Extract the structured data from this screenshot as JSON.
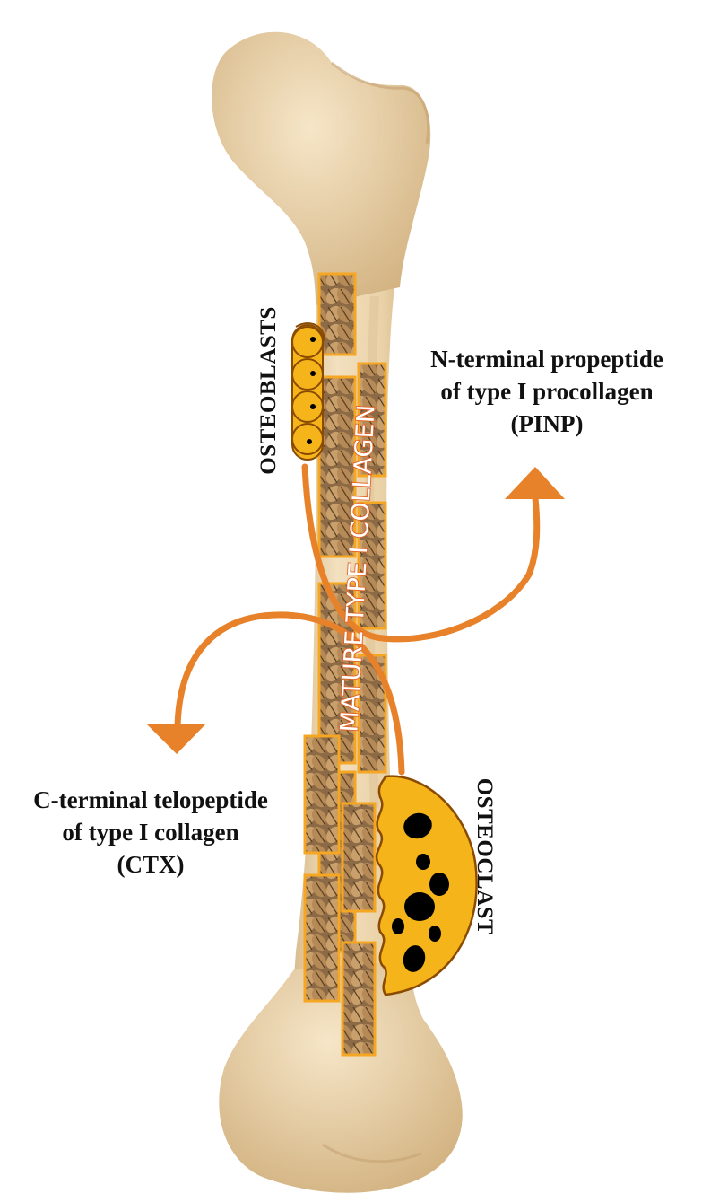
{
  "labels": {
    "osteoblasts": "OSTEOBLASTS",
    "osteoclast": "OSTEOCLAST",
    "collagen": "MATURE TYPE I COLLAGEN",
    "pinp": [
      "N-terminal propeptide",
      "of type I procollagen",
      "(PINP)"
    ],
    "ctx": [
      "C-terminal telopeptide",
      "of type I collagen",
      "(CTX)"
    ]
  },
  "colors": {
    "bone": "#e9d3ab",
    "bone_shadow": "#c9a878",
    "cell_fill": "#f4b41a",
    "cell_outline": "#8a4a00",
    "arrow": "#e8822a",
    "nucleus": "#000000",
    "collagen_text_outline": "#e2632a"
  },
  "icons": {
    "bone": "femur-bone-icon",
    "osteoblast": "osteoblast-cell-icon",
    "osteoclast": "osteoclast-cell-icon",
    "collagen": "braided-collagen-fiber-icon",
    "arrow": "curved-arrow-icon"
  }
}
